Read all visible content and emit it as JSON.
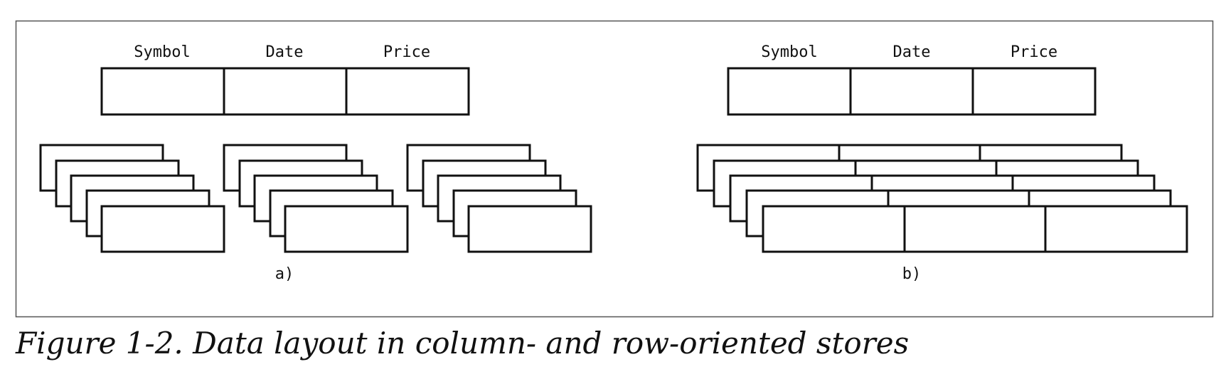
{
  "diagram": {
    "panel_a": {
      "headers": [
        "Symbol",
        "Date",
        "Price"
      ],
      "label": "a)"
    },
    "panel_b": {
      "headers": [
        "Symbol",
        "Date",
        "Price"
      ],
      "label": "b)"
    }
  },
  "caption": "Figure 1-2. Data layout in column- and row-oriented stores",
  "colors": {
    "line": "#111111",
    "background": "#ffffff"
  }
}
